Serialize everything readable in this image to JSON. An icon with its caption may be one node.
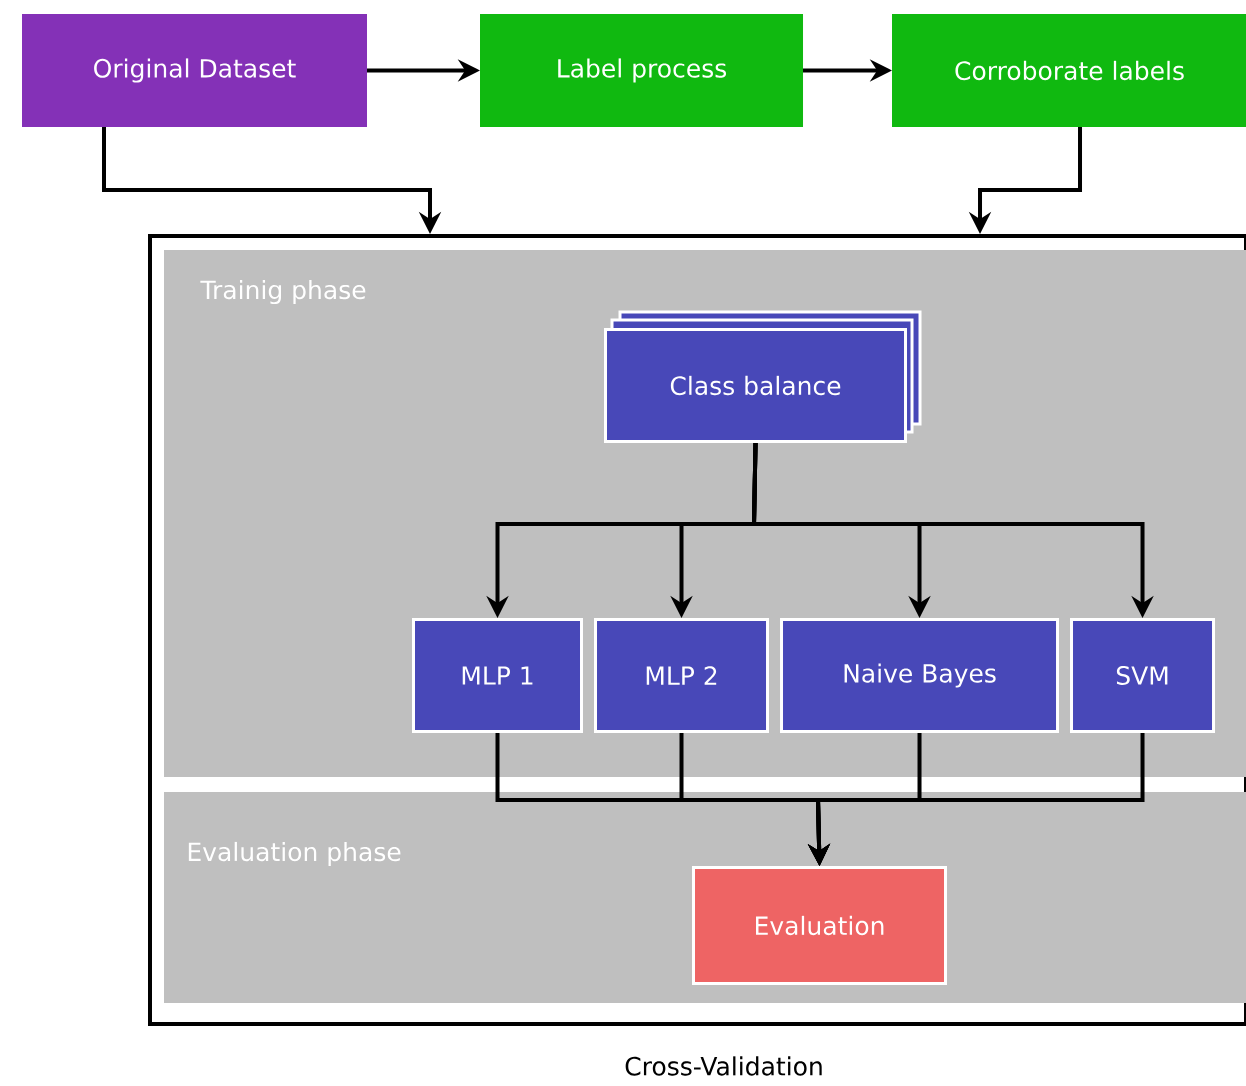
{
  "diagram": {
    "nodes": [
      {
        "text": [
          "Original Dataset"
        ]
      },
      {
        "text": [
          "Label process"
        ]
      },
      {
        "text": [
          "Corroborate labels"
        ]
      },
      {
        "text": [
          "Cross-Validation"
        ]
      },
      {
        "text": [
          "Trainig phase"
        ],
        "in": 3
      },
      {
        "text": [
          "Class balance"
        ],
        "in": 4
      },
      {
        "text": [
          "MLP 1"
        ],
        "in": 4
      },
      {
        "text": [
          "MLP 2"
        ],
        "in": 4
      },
      {
        "text": [
          "Naive Bayes"
        ],
        "in": 4
      },
      {
        "text": [
          "SVM"
        ],
        "in": 4
      },
      {
        "text": [
          "Evaluation phase"
        ],
        "in": 3
      },
      {
        "text": [
          "Evaluation"
        ],
        "in": 10
      }
    ],
    "edges": [
      {
        "from": 0,
        "to": 1,
        "arrow": "to"
      },
      {
        "from": 1,
        "to": 2,
        "arrow": "to"
      },
      {
        "from": 0,
        "to": 3,
        "arrow": "to"
      },
      {
        "from": 2,
        "to": 3,
        "arrow": "to"
      },
      {
        "from": 5,
        "to": 6,
        "arrow": "to"
      },
      {
        "from": 5,
        "to": 7,
        "arrow": "to"
      },
      {
        "from": 5,
        "to": 8,
        "arrow": "to"
      },
      {
        "from": 5,
        "to": 9,
        "arrow": "to"
      },
      {
        "from": 6,
        "to": 11,
        "arrow": "to"
      },
      {
        "from": 7,
        "to": 11,
        "arrow": "to"
      },
      {
        "from": 8,
        "to": 11,
        "arrow": "to"
      },
      {
        "from": 9,
        "to": 11,
        "arrow": "to"
      }
    ]
  }
}
